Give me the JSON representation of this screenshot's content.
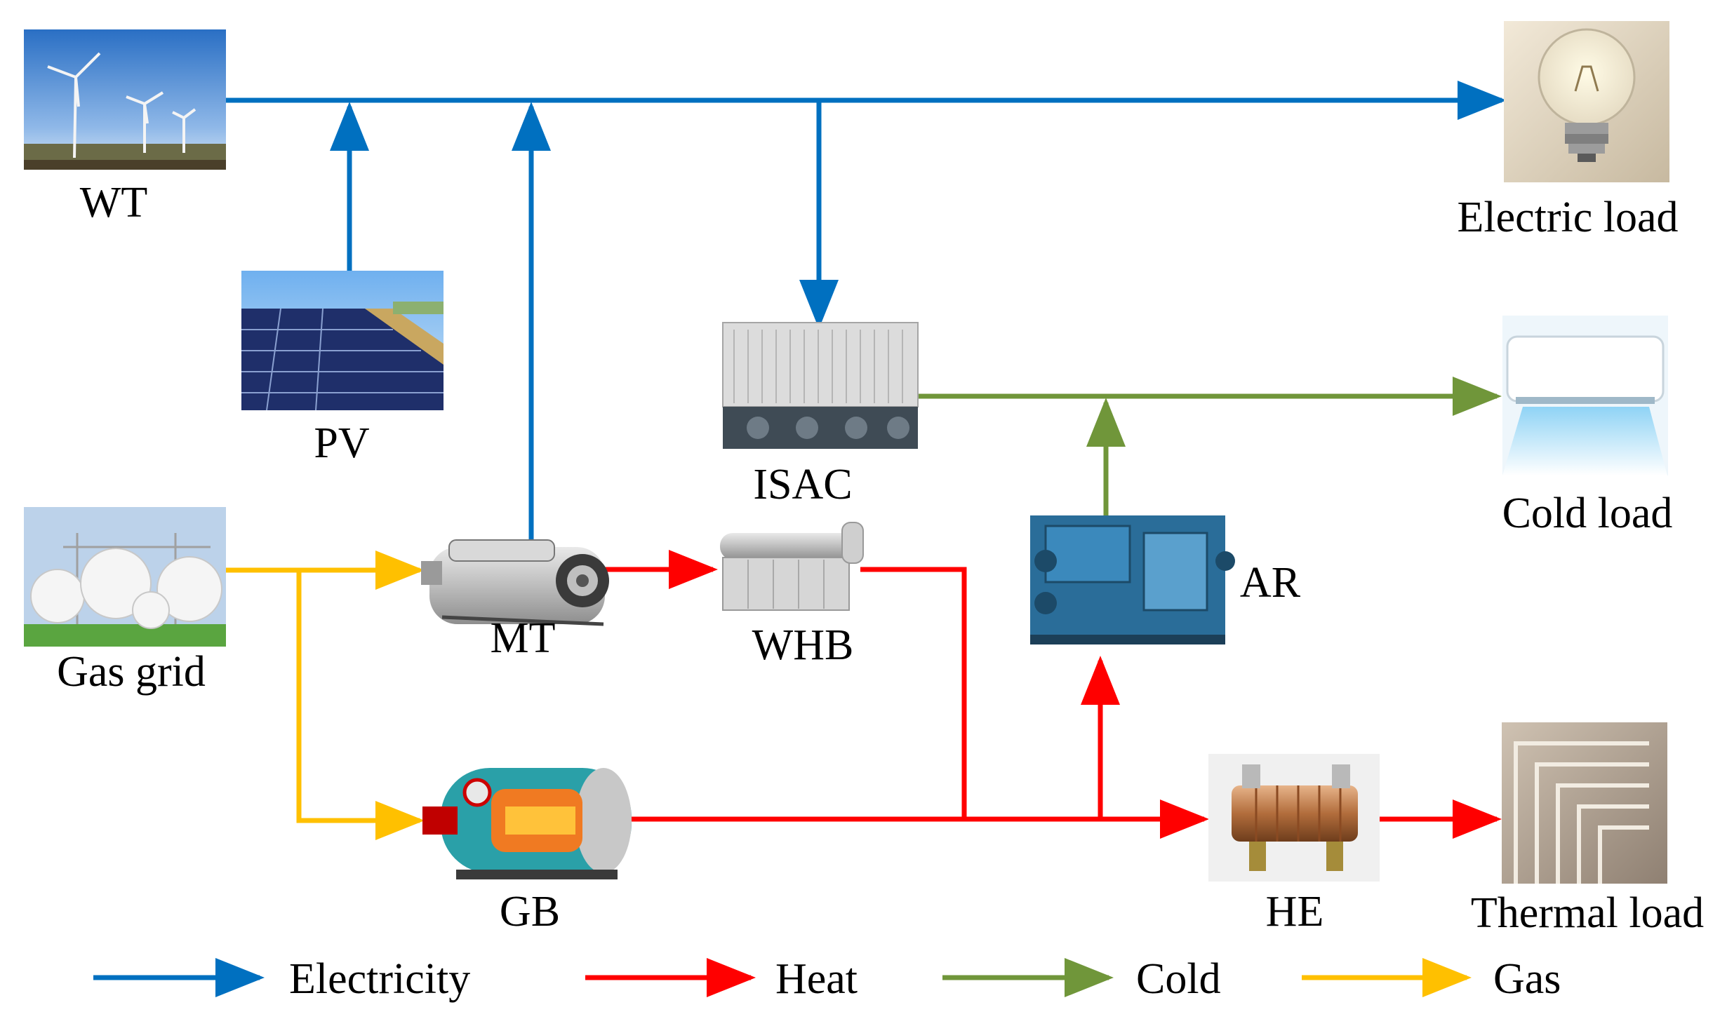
{
  "nodes": {
    "wt": "WT",
    "pv": "PV",
    "gas_grid": "Gas grid",
    "mt": "MT",
    "whb": "WHB",
    "isac": "ISAC",
    "ar": "AR",
    "gb": "GB",
    "he": "HE",
    "electric_load": "Electric load",
    "cold_load": "Cold load",
    "thermal_load": "Thermal load"
  },
  "legend": {
    "electricity": "Electricity",
    "heat": "Heat",
    "cold": "Cold",
    "gas": "Gas"
  },
  "colors": {
    "electricity": "#0070c0",
    "heat": "#ff0000",
    "cold": "#70963a",
    "gas": "#ffc000"
  }
}
